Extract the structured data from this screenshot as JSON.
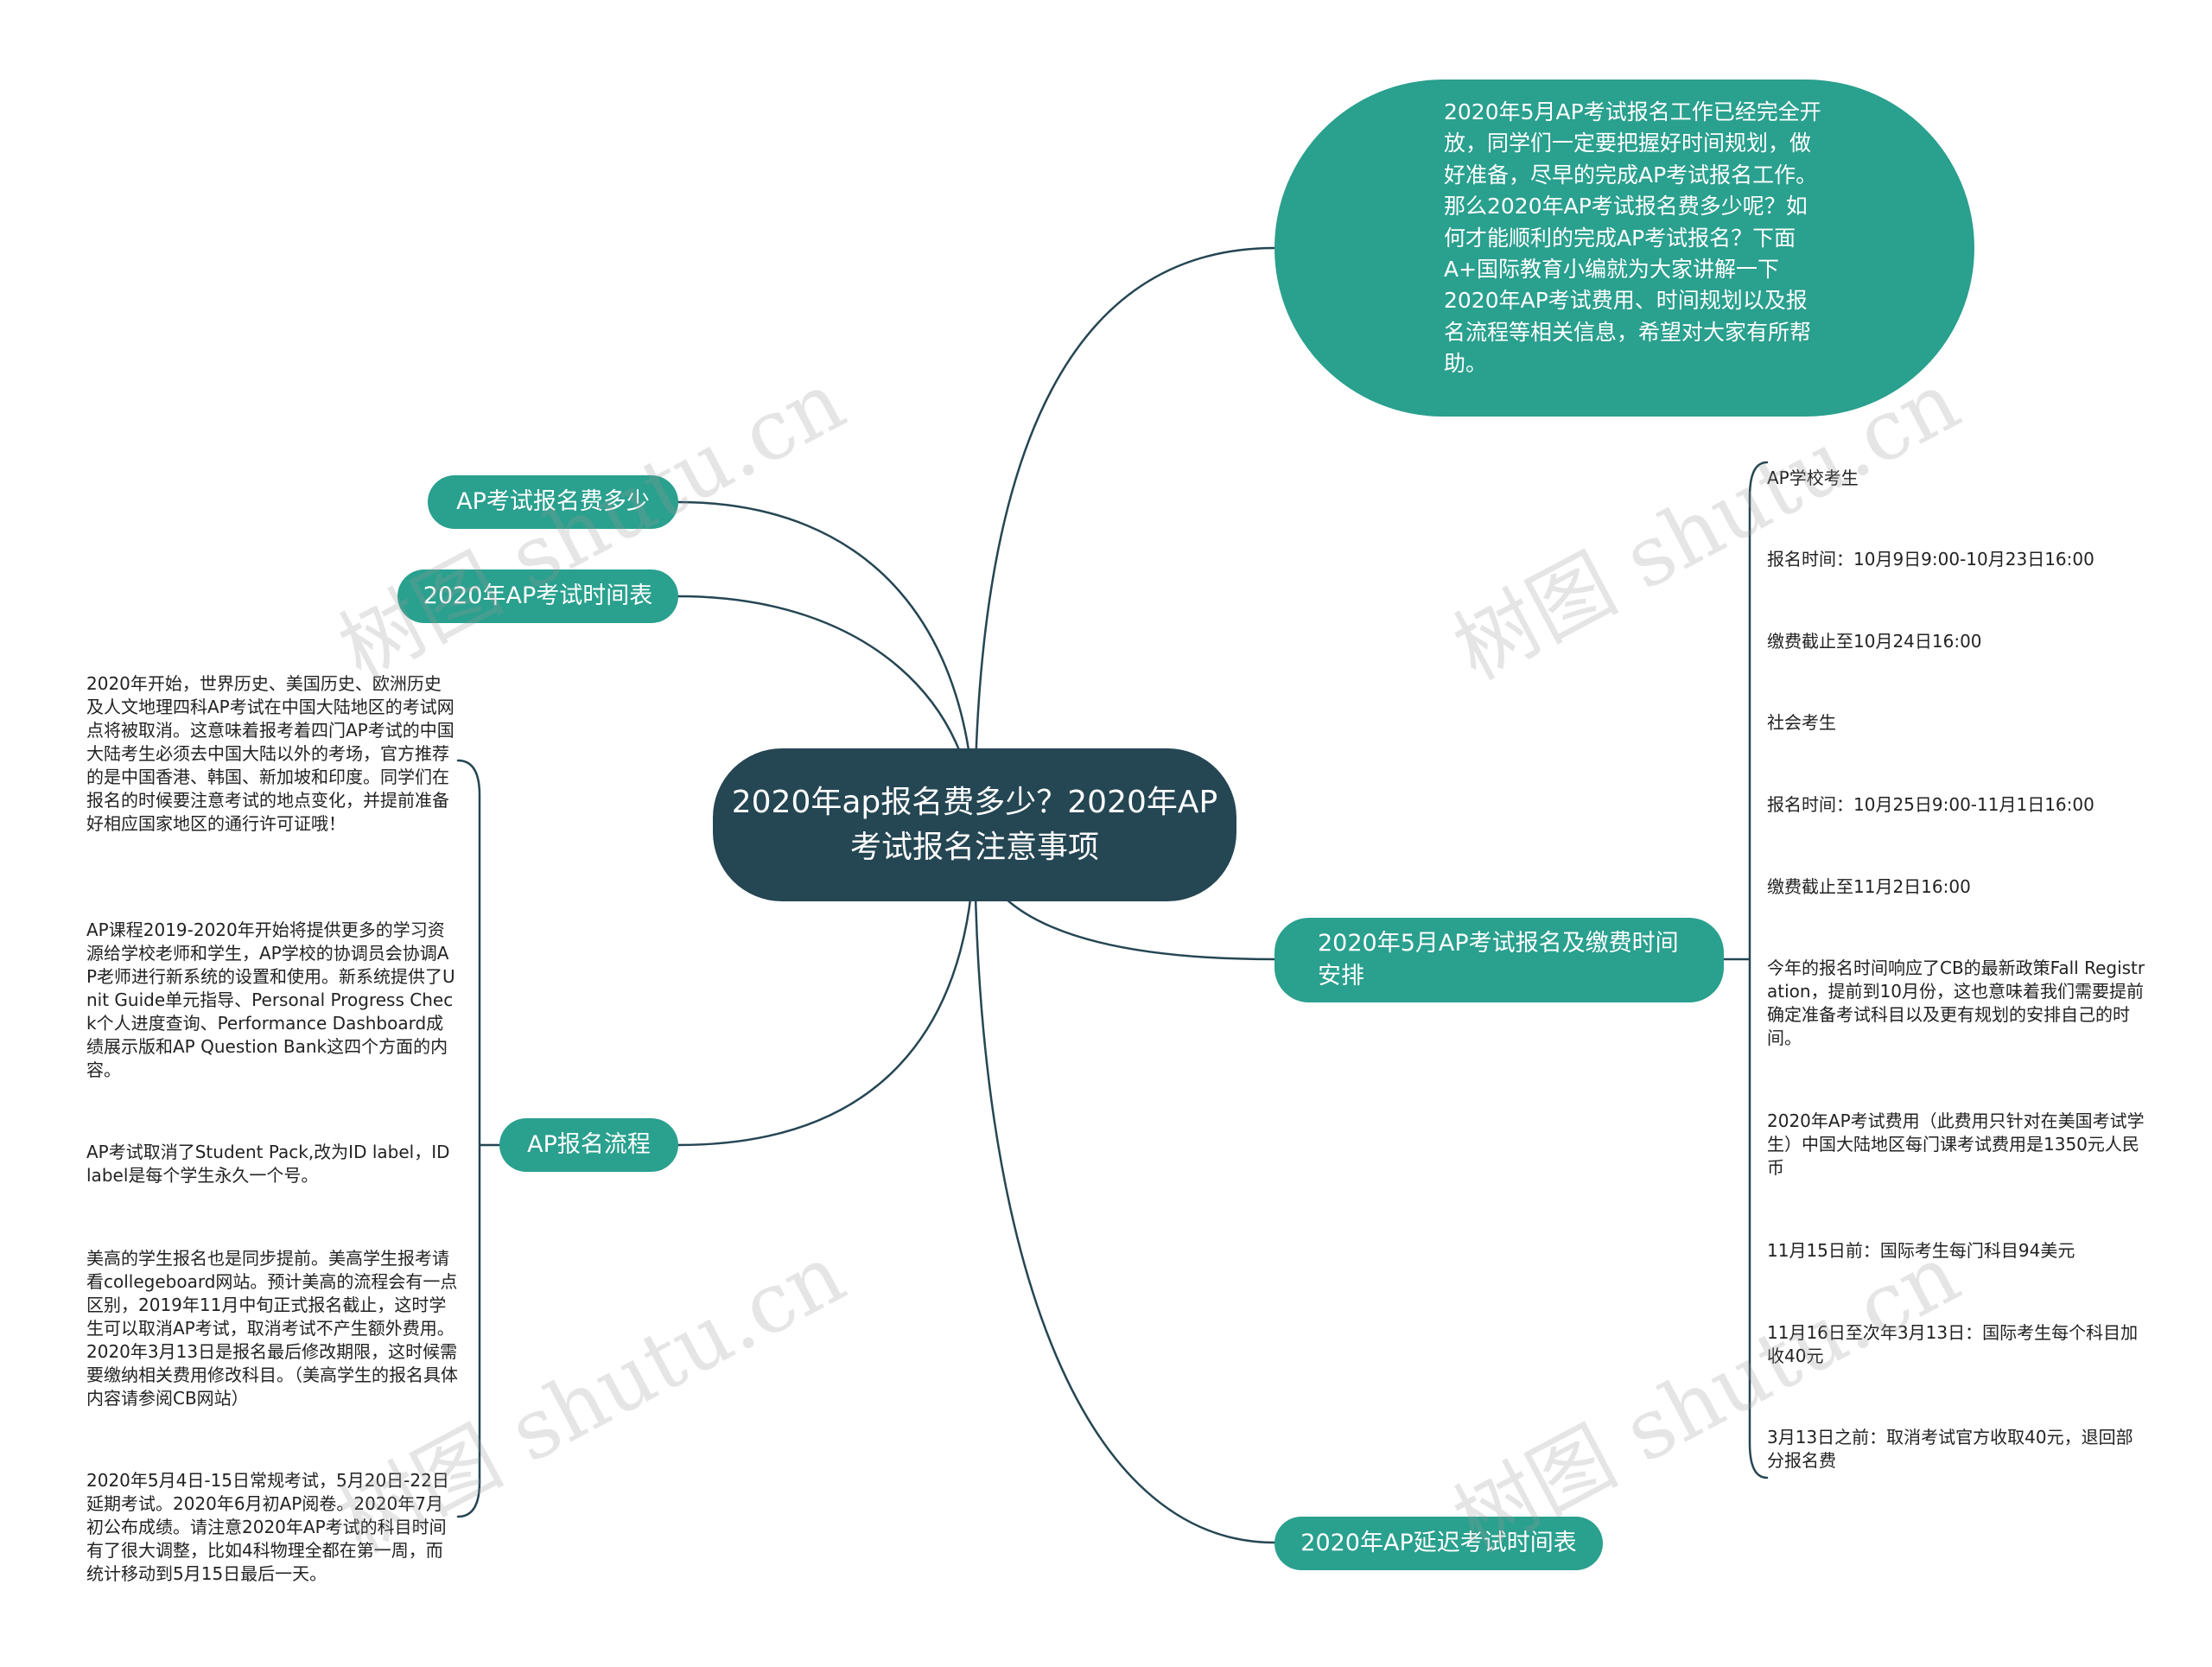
{
  "colors": {
    "root": "#254653",
    "branch": "#2aa08e",
    "line": "#254653"
  },
  "root": {
    "title": "2020年ap报名费多少？2020年AP考试报名注意事项"
  },
  "intro": {
    "text": "2020年5月AP考试报名工作已经完全开放，同学们一定要把握好时间规划，做好准备，尽早的完成AP考试报名工作。那么2020年AP考试报名费多少呢？如何才能顺利的完成AP考试报名？下面A+国际教育小编就为大家讲解一下2020年AP考试费用、时间规划以及报名流程等相关信息，希望对大家有所帮助。"
  },
  "branches": {
    "fee": "AP考试报名费多少",
    "schedule": "2020年AP考试时间表",
    "process": "AP报名流程",
    "registration": "2020年5月AP考试报名及缴费时间安排",
    "delay": "2020年AP延迟考试时间表"
  },
  "process_leaves": [
    "2020年开始，世界历史、美国历史、欧洲历史及人文地理四科AP考试在中国大陆地区的考试网点将被取消。这意味着报考着四门AP考试的中国大陆考生必须去中国大陆以外的考场，官方推荐的是中国香港、韩国、新加坡和印度。同学们在报名的时候要注意考试的地点变化，并提前准备好相应国家地区的通行许可证哦！",
    "AP课程2019-2020年开始将提供更多的学习资源给学校老师和学生，AP学校的协调员会协调AP老师进行新系统的设置和使用。新系统提供了Unit Guide单元指导、Personal Progress Check个人进度查询、Performance Dashboard成绩展示版和AP Question Bank这四个方面的内容。",
    "AP考试取消了Student Pack,改为ID label，ID label是每个学生永久一个号。",
    "美高的学生报名也是同步提前。美高学生报考请看collegeboard网站。预计美高的流程会有一点区别，2019年11月中旬正式报名截止，这时学生可以取消AP考试，取消考试不产生额外费用。2020年3月13日是报名最后修改期限，这时候需要缴纳相关费用修改科目。（美高学生的报名具体内容请参阅CB网站）",
    "2020年5月4日-15日常规考试，5月20日-22日延期考试。2020年6月初AP阅卷。2020年7月初公布成绩。请注意2020年AP考试的科目时间有了很大调整，比如4科物理全都在第一周，而统计移动到5月15日最后一天。"
  ],
  "registration_leaves": [
    "AP学校考生",
    "报名时间：10月9日9:00-10月23日16:00",
    "缴费截止至10月24日16:00",
    "社会考生",
    "报名时间：10月25日9:00-11月1日16:00",
    "缴费截止至11月2日16:00",
    "今年的报名时间响应了CB的最新政策Fall Registration，提前到10月份，这也意味着我们需要提前确定准备考试科目以及更有规划的安排自己的时间。",
    "2020年AP考试费用（此费用只针对在美国考试学生）中国大陆地区每门课考试费用是1350元人民币",
    "11月15日前：国际考生每门科目94美元",
    "11月16日至次年3月13日：国际考生每个科目加收40元",
    "3月13日之前：取消考试官方收取40元，退回部分报名费"
  ],
  "watermark": "树图 shutu.cn"
}
